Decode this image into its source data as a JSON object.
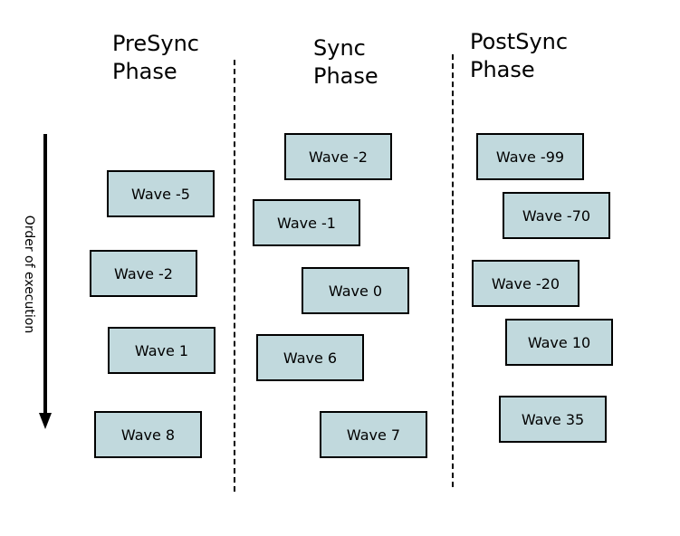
{
  "phases": [
    {
      "title_line1": "PreSync",
      "title_line2": "Phase",
      "waves": [
        "Wave -5",
        "Wave -2",
        "Wave 1",
        "Wave 8"
      ]
    },
    {
      "title_line1": "Sync",
      "title_line2": "Phase",
      "waves": [
        "Wave -2",
        "Wave -1",
        "Wave 0",
        "Wave 6",
        "Wave 7"
      ]
    },
    {
      "title_line1": "PostSync",
      "title_line2": "Phase",
      "waves": [
        "Wave -99",
        "Wave -70",
        "Wave -20",
        "Wave 10",
        "Wave 35"
      ]
    }
  ],
  "axis_label": "Order of execution",
  "colors": {
    "box_fill": "#c1d9dd",
    "border": "#000000"
  }
}
